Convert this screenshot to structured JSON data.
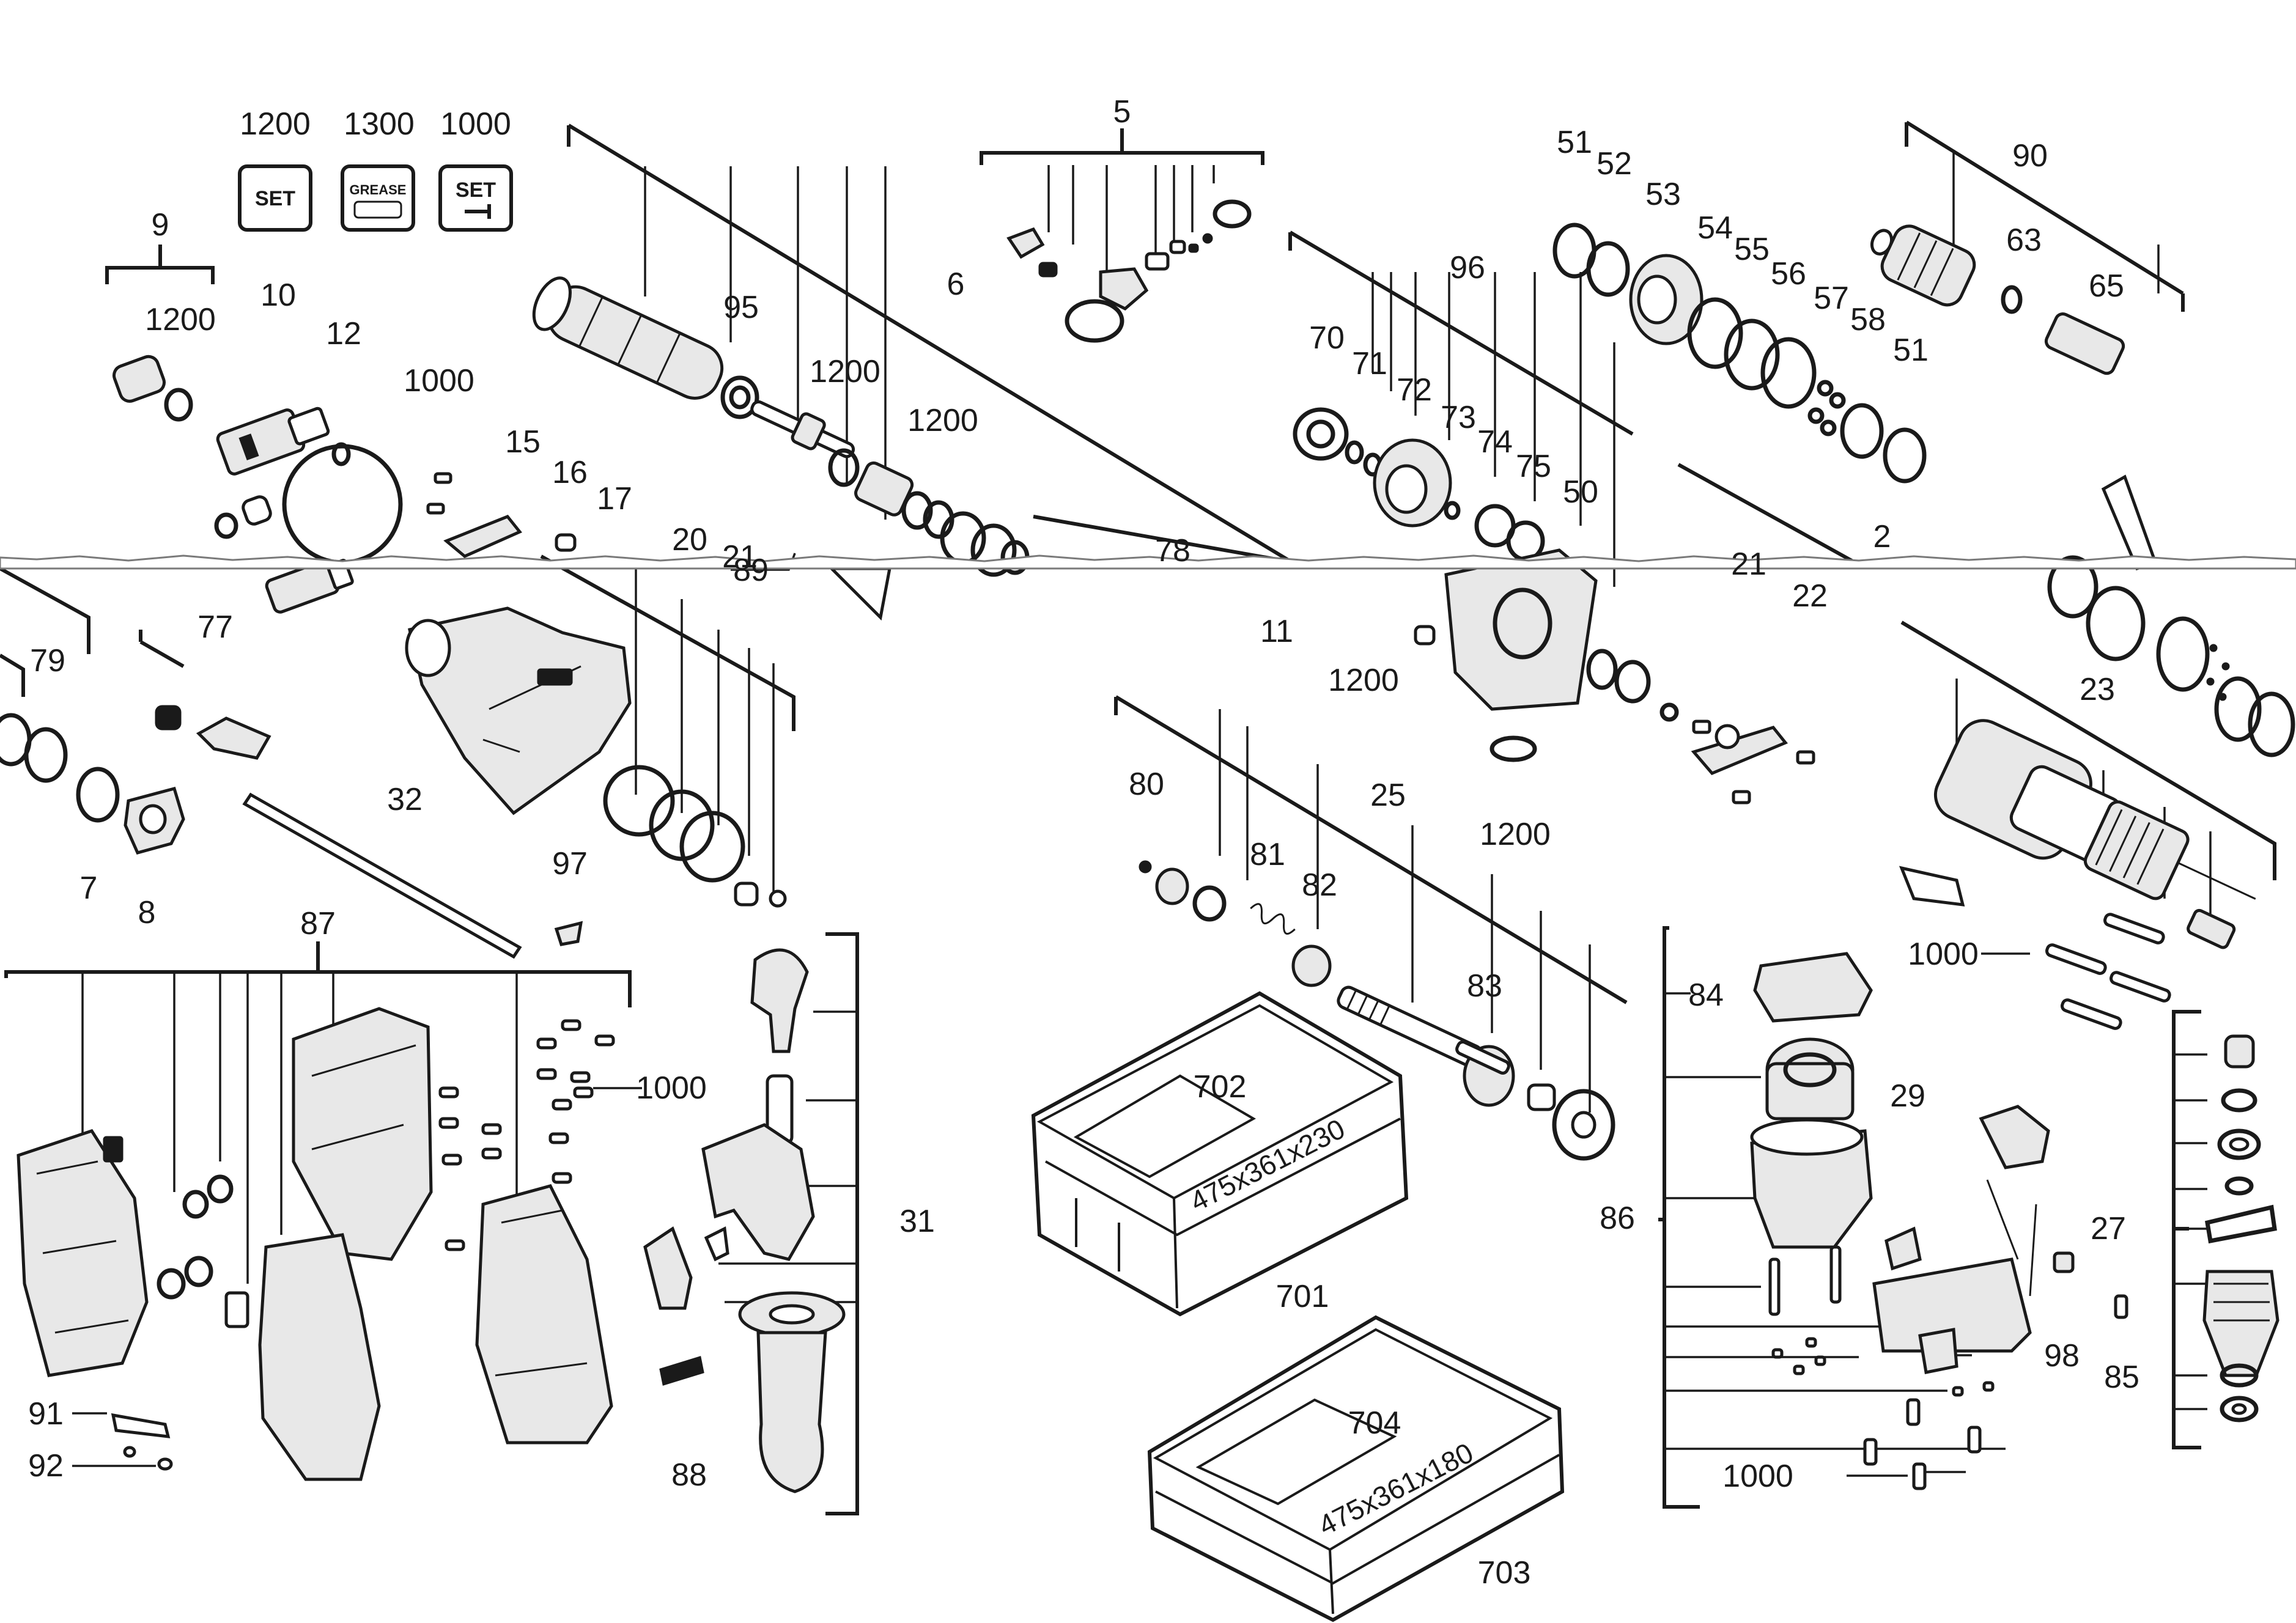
{
  "diagram": {
    "set_icons": [
      {
        "number": "1200",
        "icon": "set-icon",
        "text": "SET"
      },
      {
        "number": "1300",
        "icon": "grease-icon",
        "text": "GREASE"
      },
      {
        "number": "1000",
        "icon": "set-screw-icon",
        "text": "SET"
      }
    ],
    "part_labels": [
      "9",
      "1200",
      "10",
      "12",
      "1000",
      "15",
      "16",
      "17",
      "20",
      "21",
      "89",
      "95",
      "1200",
      "1200",
      "6",
      "5",
      "78",
      "11",
      "51",
      "52",
      "53",
      "54",
      "55",
      "56",
      "57",
      "58",
      "51",
      "96",
      "70",
      "71",
      "72",
      "73",
      "74",
      "75",
      "50",
      "1200",
      "1200",
      "2",
      "21",
      "22",
      "90",
      "63",
      "65",
      "79",
      "77",
      "23",
      "32",
      "7",
      "8",
      "97",
      "80",
      "81",
      "82",
      "25",
      "83",
      "87",
      "1000",
      "31",
      "84",
      "29",
      "86",
      "702",
      "701",
      "704",
      "703",
      "91",
      "92",
      "88",
      "1000",
      "98",
      "27",
      "85",
      "1000"
    ],
    "case_labels": [
      "475x361x230",
      "475x361x180"
    ],
    "colors": {
      "line": "#1a1a1a",
      "background": "#ffffff",
      "tear": "#7a7a7a"
    }
  }
}
